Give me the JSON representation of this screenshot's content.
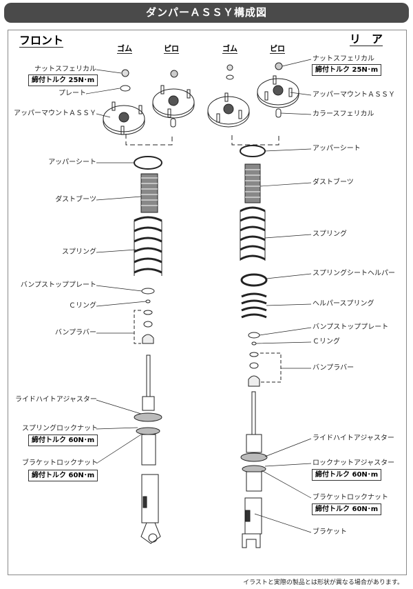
{
  "title": "ダンパーＡＳＳＹ構成図",
  "headers": {
    "front": "フロント",
    "rear": "リ　ア",
    "front_rubber": "ゴム",
    "front_pillow": "ピロ",
    "rear_rubber": "ゴム",
    "rear_pillow": "ピロ"
  },
  "front": {
    "nut_spherical": "ナットスフェリカル",
    "nut_torque": "締付トルク 25N･m",
    "plate": "プレート",
    "upper_mount": "アッパーマウントＡＳＳＹ",
    "upper_seat": "アッパーシート",
    "dust_boot": "ダストブーツ",
    "spring": "スプリング",
    "bump_stop_plate": "バンプストッププレート",
    "c_ring": "Ｃリング",
    "bump_rubber": "バンプラバー",
    "ride_height_adjuster": "ライドハイトアジャスター",
    "spring_lock_nut": "スプリングロックナット",
    "spring_lock_torque": "締付トルク 60N･m",
    "bracket_lock_nut": "ブラケットロックナット",
    "bracket_lock_torque": "締付トルク 60N･m"
  },
  "rear": {
    "nut_spherical": "ナットスフェリカル",
    "nut_torque": "締付トルク 25N･m",
    "upper_mount": "アッパーマウントＡＳＳＹ",
    "collar_spherical": "カラースフェリカル",
    "upper_seat": "アッパーシート",
    "dust_boot": "ダストブーツ",
    "spring": "スプリング",
    "spring_seat_helper": "スプリングシートヘルパー",
    "helper_spring": "ヘルパースプリング",
    "bump_stop_plate": "バンプストッププレート",
    "c_ring": "Ｃリング",
    "bump_rubber": "バンプラバー",
    "ride_height_adjuster": "ライドハイトアジャスター",
    "lock_nut_adjuster": "ロックナットアジャスター",
    "lock_nut_torque": "締付トルク 60N･m",
    "bracket_lock_nut": "ブラケットロックナット",
    "bracket_lock_torque": "締付トルク 60N･m",
    "bracket": "ブラケット"
  },
  "footnote": "イラストと実際の製品とは形状が異なる場合があります。"
}
